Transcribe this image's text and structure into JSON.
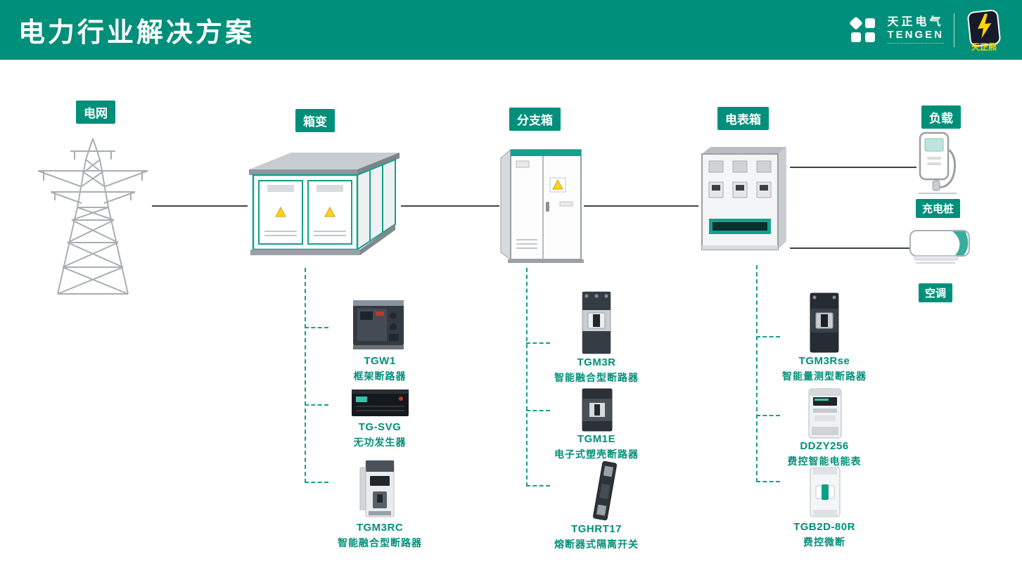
{
  "accent_green": "#008f7a",
  "illustration_teal": "#14a08c",
  "header": {
    "title": "电力行业解决方案",
    "brand": {
      "name_cn": "天正电气",
      "name_en": "TENGEN",
      "mascot": "天正熊"
    }
  },
  "nodes": {
    "grid": "电网",
    "substation": "箱变",
    "branch_box": "分支箱",
    "meter_box": "电表箱",
    "load": "负载",
    "charger": "充电桩",
    "air_conditioner": "空调"
  },
  "columns": [
    {
      "under_node": "箱变",
      "products": [
        {
          "model": "TGW1",
          "desc": "框架断路器"
        },
        {
          "model": "TG-SVG",
          "desc": "无功发生器"
        },
        {
          "model": "TGM3RC",
          "desc": "智能融合型断路器"
        }
      ]
    },
    {
      "under_node": "分支箱",
      "products": [
        {
          "model": "TGM3R",
          "desc": "智能融合型断路器"
        },
        {
          "model": "TGM1E",
          "desc": "电子式塑壳断路器"
        },
        {
          "model": "TGHRT17",
          "desc": "熔断器式隔离开关"
        }
      ]
    },
    {
      "under_node": "电表箱",
      "products": [
        {
          "model": "TGM3Rse",
          "desc": "智能量测型断路器"
        },
        {
          "model": "DDZY256",
          "desc": "费控智能电能表"
        },
        {
          "model": "TGB2D-80R",
          "desc": "费控微断"
        }
      ]
    }
  ]
}
